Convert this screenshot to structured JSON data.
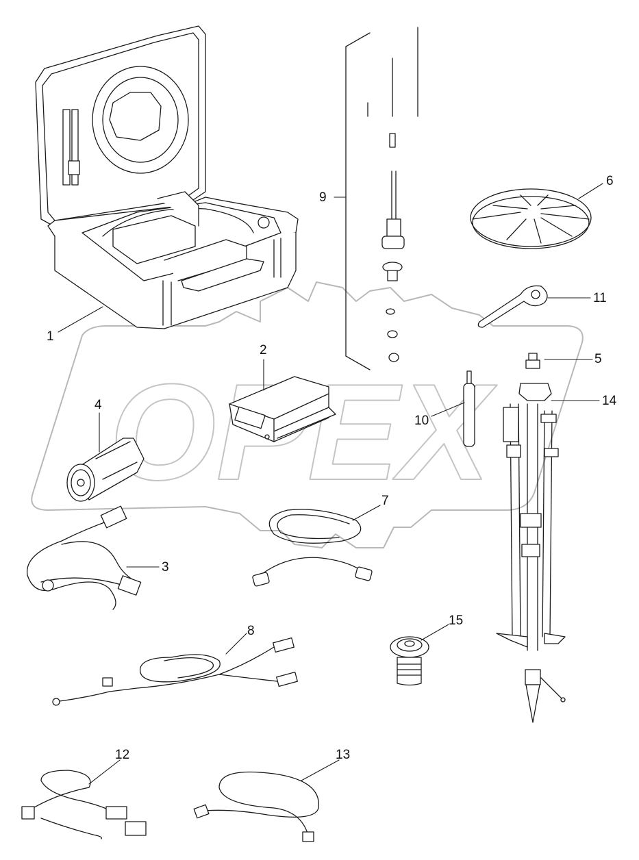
{
  "diagram": {
    "watermark_text": "OPEX",
    "callouts": {
      "c1": "1",
      "c2": "2",
      "c3": "3",
      "c4": "4",
      "c5": "5",
      "c6": "6",
      "c7": "7",
      "c8": "8",
      "c9": "9",
      "c10": "10",
      "c11": "11",
      "c12": "12",
      "c13": "13",
      "c14": "14",
      "c15": "15"
    },
    "colors": {
      "line": "#1a1a1a",
      "watermark": "#b5b5b5",
      "fill": "#ffffff"
    }
  }
}
